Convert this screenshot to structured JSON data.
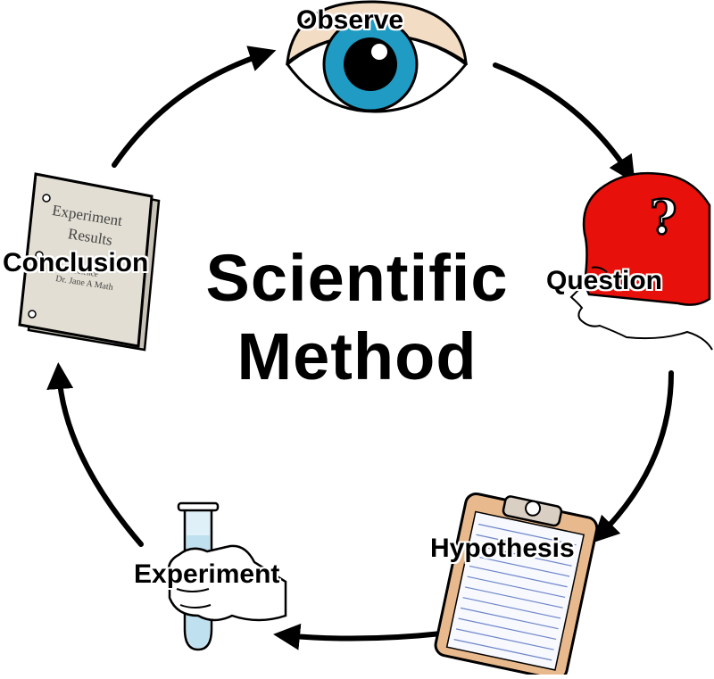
{
  "diagram": {
    "title_line1": "Scientific",
    "title_line2": "Method",
    "steps": [
      {
        "label": "Observe",
        "icon": "eye-icon"
      },
      {
        "label": "Question",
        "icon": "head-question-icon"
      },
      {
        "label": "Hypothesis",
        "icon": "clipboard-icon"
      },
      {
        "label": "Experiment",
        "icon": "test-tube-icon"
      },
      {
        "label": "Conclusion",
        "icon": "book-icon"
      }
    ],
    "book": {
      "line1": "Experiment",
      "line2": "Results",
      "line3": "Science",
      "line4": "Dr. Jane A Math"
    },
    "colors": {
      "eye_iris": "#1f9bc4",
      "eye_lid": "#f3dcc4",
      "head_hair": "#e8100a",
      "clipboard": "#e9b98e",
      "tube_liquid": "#bfe0ef",
      "book_cover": "#e2ded3",
      "arrow": "#000000"
    }
  }
}
